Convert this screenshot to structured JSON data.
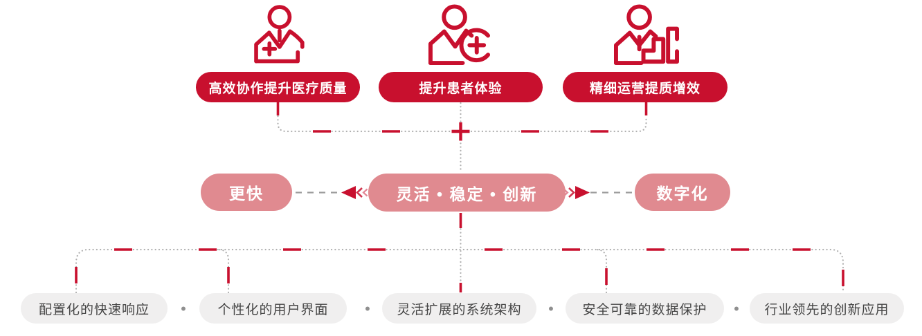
{
  "colors": {
    "brand_red": "#C8102E",
    "accent_pink": "#E08A90",
    "line_gray": "#AFAFAF",
    "pill_gray_bg": "#F0EFEF",
    "pill_gray_text": "#454545",
    "white": "#FFFFFF"
  },
  "top_benefits": [
    {
      "icon": "doctor-plus-icon",
      "label": "高效协作提升医疗质量"
    },
    {
      "icon": "patient-plus-icon",
      "label": "提升患者体验"
    },
    {
      "icon": "person-chart-icon",
      "label": "精细运营提质增效"
    }
  ],
  "core_values": {
    "left": "更快",
    "center": "灵活 • 稳定 • 创新",
    "right": "数字化"
  },
  "bottom_features": [
    "配置化的快速响应",
    "个性化的用户界面",
    "灵活扩展的系统架构",
    "安全可靠的数据保护",
    "行业领先的创新应用"
  ],
  "separator": "•"
}
